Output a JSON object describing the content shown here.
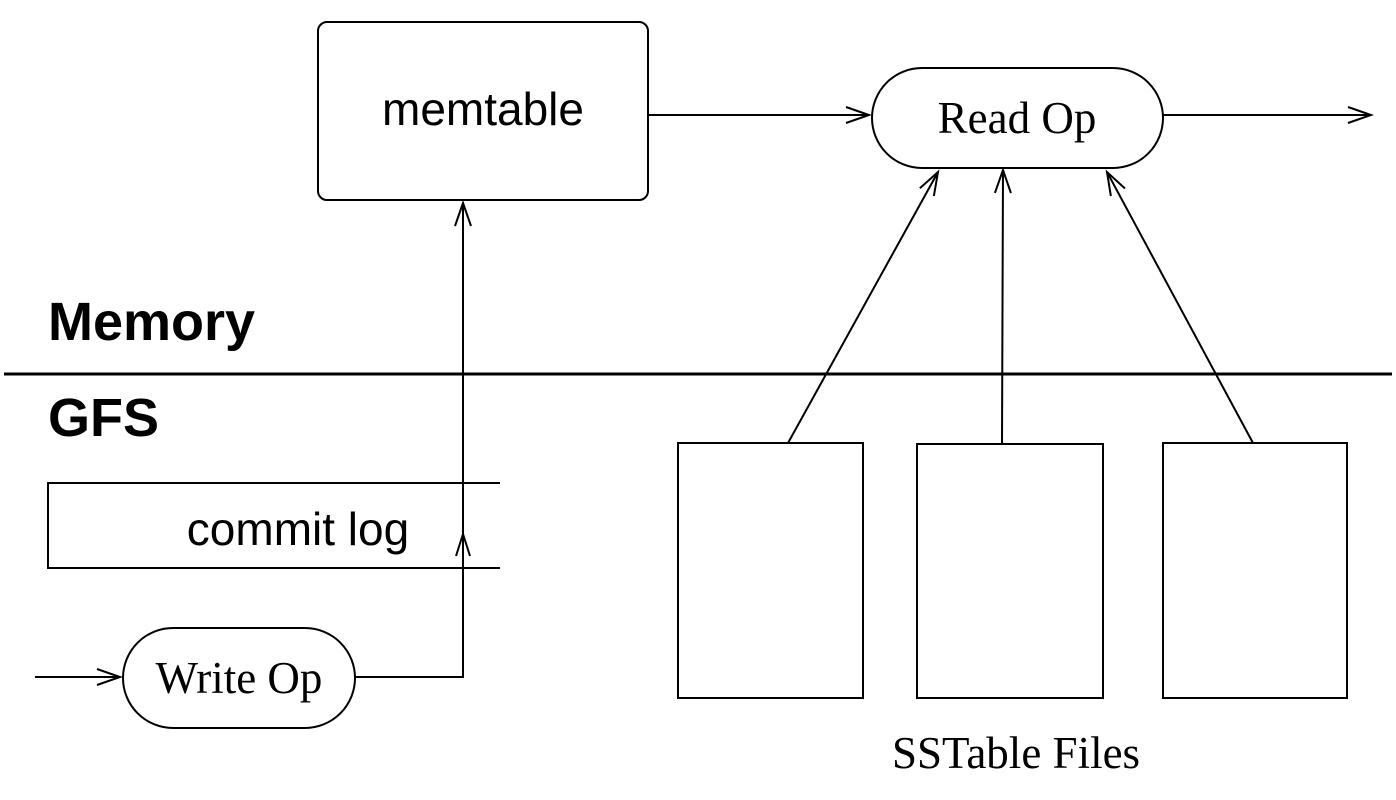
{
  "diagram": {
    "background": "#ffffff",
    "stroke_color": "#000000",
    "regions": {
      "memory": {
        "label": "Memory"
      },
      "gfs": {
        "label": "GFS"
      }
    },
    "nodes": {
      "memtable": {
        "label": "memtable",
        "shape": "rounded-rectangle"
      },
      "read_op": {
        "label": "Read Op",
        "shape": "stadium"
      },
      "write_op": {
        "label": "Write Op",
        "shape": "stadium"
      },
      "commit_log": {
        "label": "commit log",
        "shape": "open-right-rectangle"
      },
      "sstable_1": {
        "label": "",
        "shape": "rectangle"
      },
      "sstable_2": {
        "label": "",
        "shape": "rectangle"
      },
      "sstable_3": {
        "label": "",
        "shape": "rectangle"
      },
      "sstable_group_caption": {
        "label": "SSTable Files"
      }
    },
    "edges": [
      {
        "from": "external-left",
        "to": "write_op",
        "arrow": "open"
      },
      {
        "from": "write_op",
        "to": "commit_log",
        "arrow": "open"
      },
      {
        "from": "write_op",
        "to": "memtable",
        "arrow": "open"
      },
      {
        "from": "memtable",
        "to": "read_op",
        "arrow": "open"
      },
      {
        "from": "read_op",
        "to": "external-right",
        "arrow": "open"
      },
      {
        "from": "sstable_1",
        "to": "read_op",
        "arrow": "open"
      },
      {
        "from": "sstable_2",
        "to": "read_op",
        "arrow": "open"
      },
      {
        "from": "sstable_3",
        "to": "read_op",
        "arrow": "open"
      }
    ]
  }
}
